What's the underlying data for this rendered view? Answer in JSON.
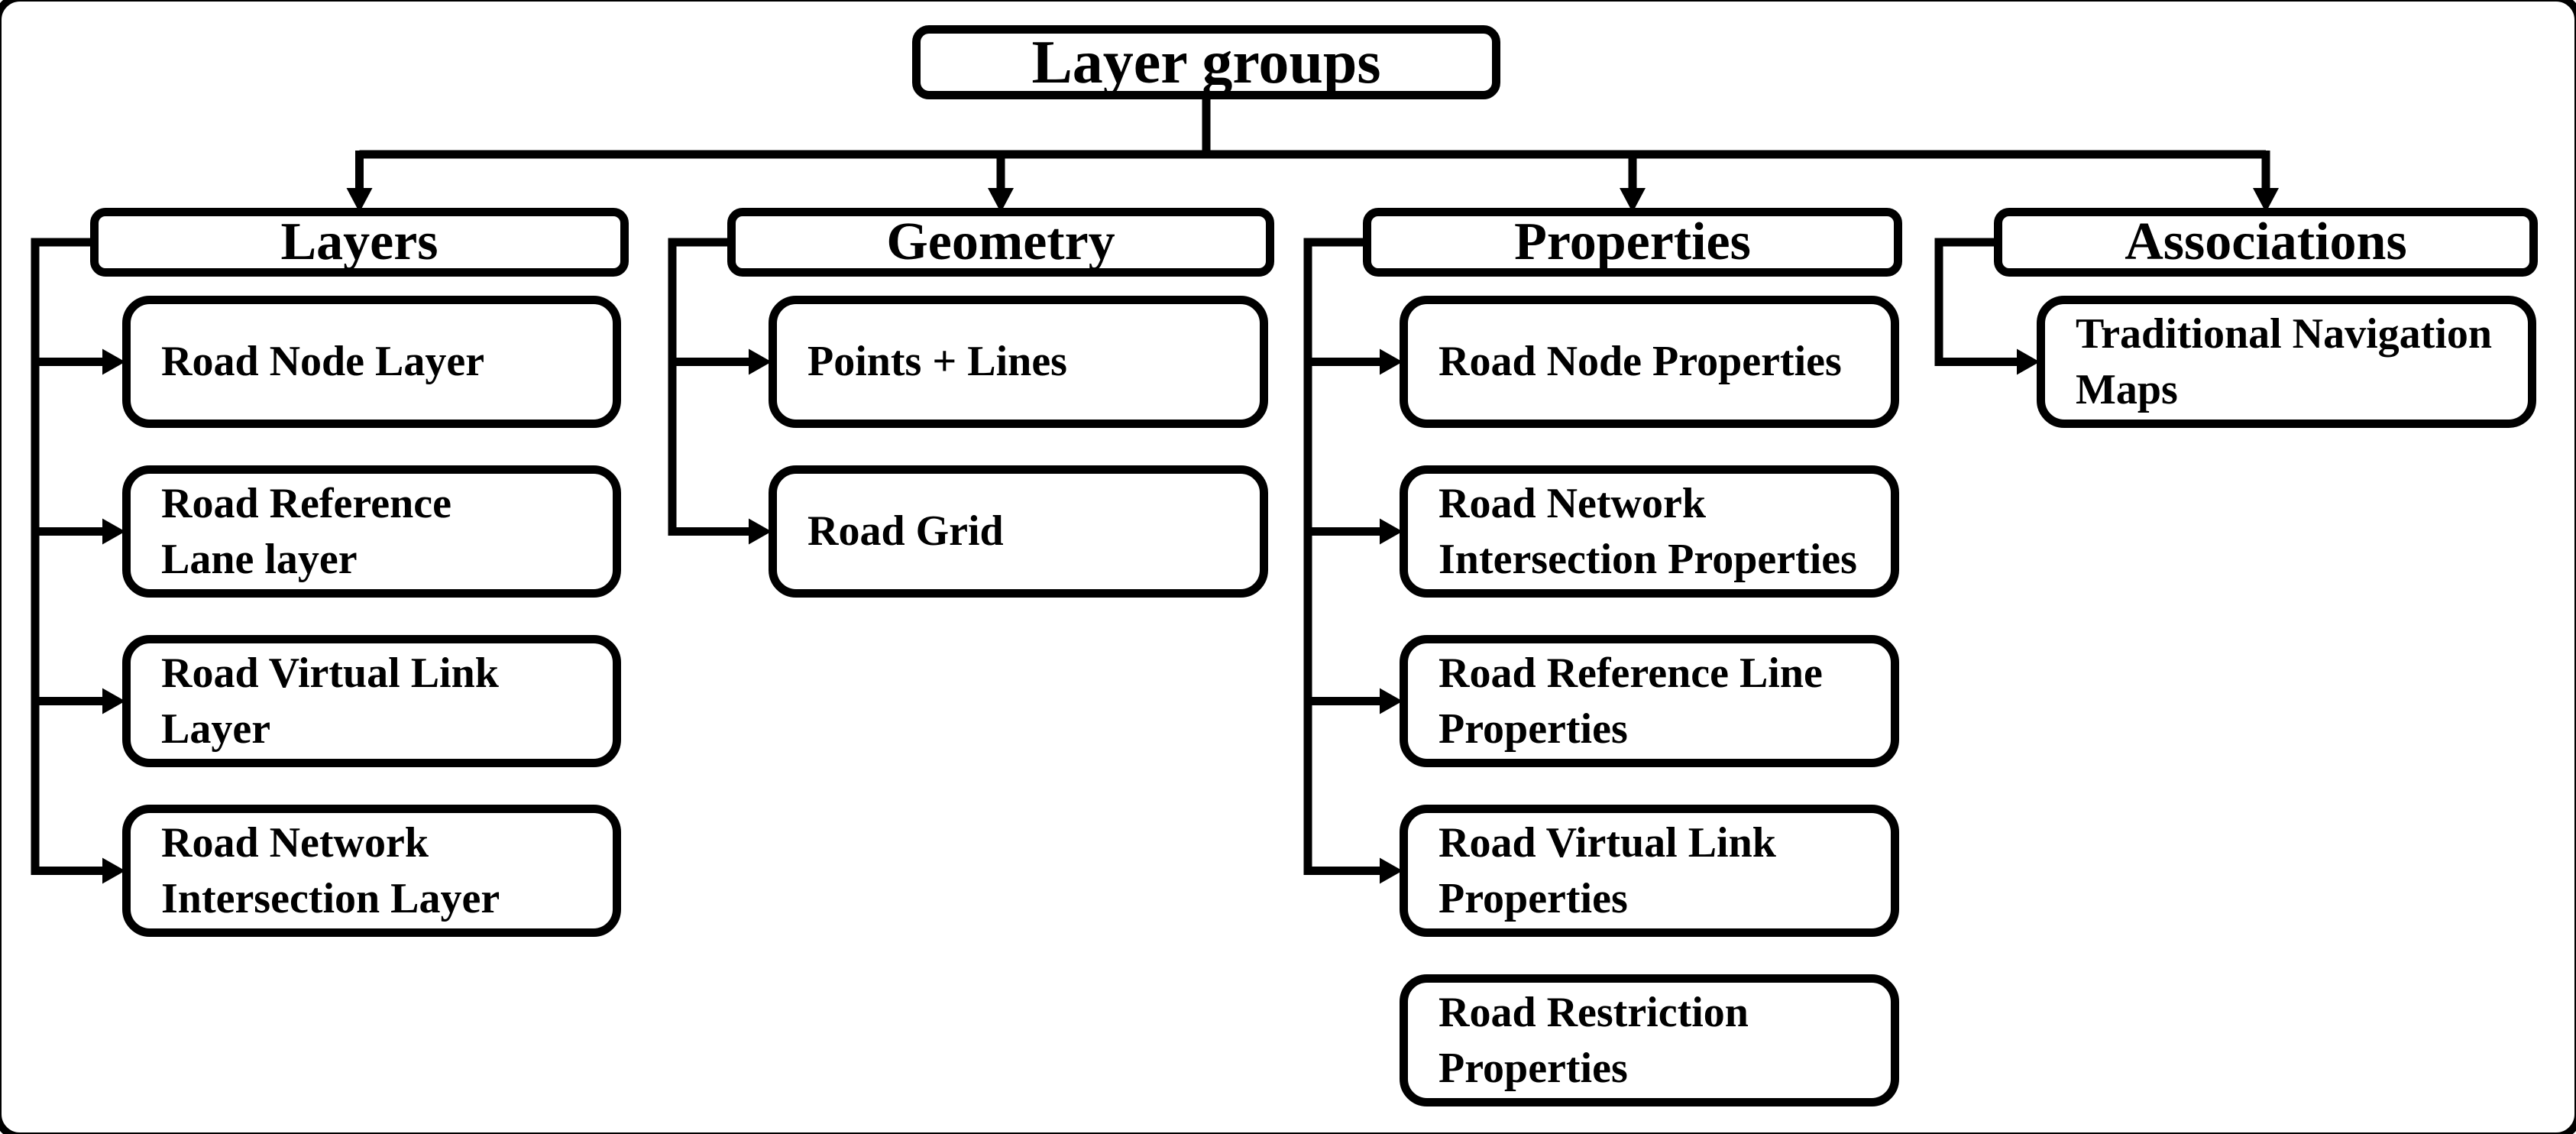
{
  "figure": {
    "title": "Layer groups hierarchy diagram",
    "root": {
      "label": "Layer groups"
    },
    "columns": [
      {
        "label": "Layers",
        "children": [
          {
            "label": "Road Node Layer",
            "connected": true
          },
          {
            "label": "Road Reference\nLane layer",
            "connected": true
          },
          {
            "label": "Road Virtual Link\nLayer",
            "connected": true
          },
          {
            "label": "Road Network\nIntersection Layer",
            "connected": true
          }
        ]
      },
      {
        "label": "Geometry",
        "children": [
          {
            "label": "Points + Lines",
            "connected": true
          },
          {
            "label": "Road Grid",
            "connected": true
          }
        ]
      },
      {
        "label": "Properties",
        "children": [
          {
            "label": "Road Node Properties",
            "connected": true
          },
          {
            "label": "Road Network\nIntersection Properties",
            "connected": true
          },
          {
            "label": "Road Reference Line\nProperties",
            "connected": true
          },
          {
            "label": "Road Virtual Link\nProperties",
            "connected": true
          },
          {
            "label": "Road Restriction\nProperties",
            "connected": false
          }
        ]
      },
      {
        "label": "Associations",
        "children": [
          {
            "label": "Traditional Navigation\nMaps",
            "connected": true
          }
        ]
      }
    ],
    "colors": {
      "line": "#000000",
      "box_border": "#000000",
      "box_fill": "#ffffff",
      "text": "#000000",
      "background": "#ffffff"
    }
  }
}
